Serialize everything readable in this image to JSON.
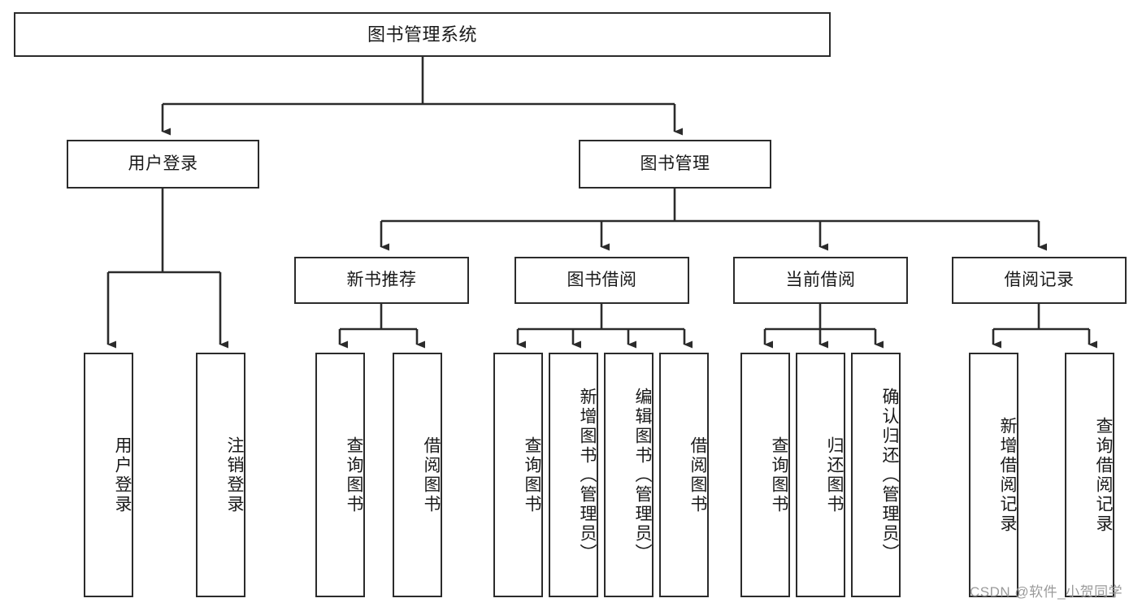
{
  "diagram": {
    "type": "tree-hierarchy-chart",
    "title": "图书管理系统",
    "line_color": "#2b2b2b",
    "box_fill": "#ffffff",
    "text_color": "#1a1a1a",
    "root": {
      "label": "图书管理系统"
    },
    "level2": [
      {
        "label": "用户登录"
      },
      {
        "label": "图书管理"
      }
    ],
    "level3": [
      {
        "label": "新书推荐"
      },
      {
        "label": "图书借阅"
      },
      {
        "label": "当前借阅"
      },
      {
        "label": "借阅记录"
      }
    ],
    "leaves": {
      "user_login": [
        {
          "label": "用户登录"
        },
        {
          "label": "注销登录"
        }
      ],
      "new_book_recommend": [
        {
          "label": "查询图书"
        },
        {
          "label": "借阅图书"
        }
      ],
      "book_borrow": [
        {
          "label": "查询图书"
        },
        {
          "label": "新增图书（管理员）"
        },
        {
          "label": "编辑图书（管理员）"
        },
        {
          "label": "借阅图书"
        }
      ],
      "current_borrow": [
        {
          "label": "查询图书"
        },
        {
          "label": "归还图书"
        },
        {
          "label": "确认归还（管理员）"
        }
      ],
      "borrow_record": [
        {
          "label": "新增借阅记录"
        },
        {
          "label": "查询借阅记录"
        }
      ]
    }
  },
  "watermark": {
    "text": "CSDN @软件_小贺同学",
    "color": "#9a9a9a"
  }
}
